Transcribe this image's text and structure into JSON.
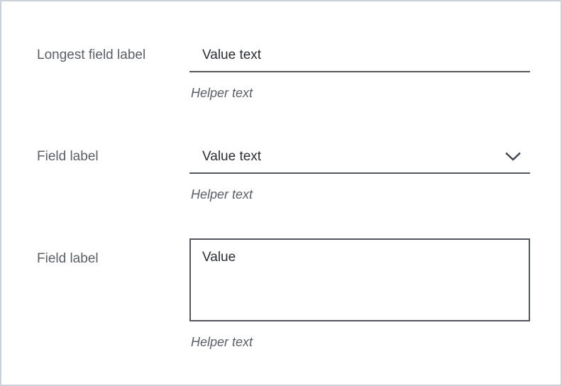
{
  "colors": {
    "page_border": "#ccd1d9",
    "label": "#5b5f66",
    "value": "#2b2e33",
    "line": "#53565c",
    "helper": "#5b5f66",
    "chevron": "#3f444d",
    "background": "#ffffff"
  },
  "fields": [
    {
      "type": "text-input",
      "label": "Longest field label",
      "value": "Value text",
      "helper": "Helper text"
    },
    {
      "type": "select",
      "label": "Field label",
      "value": "Value text",
      "helper": "Helper text",
      "icon": "chevron-down-icon"
    },
    {
      "type": "textarea",
      "label": "Field label",
      "value": "Value",
      "helper": "Helper text"
    }
  ]
}
